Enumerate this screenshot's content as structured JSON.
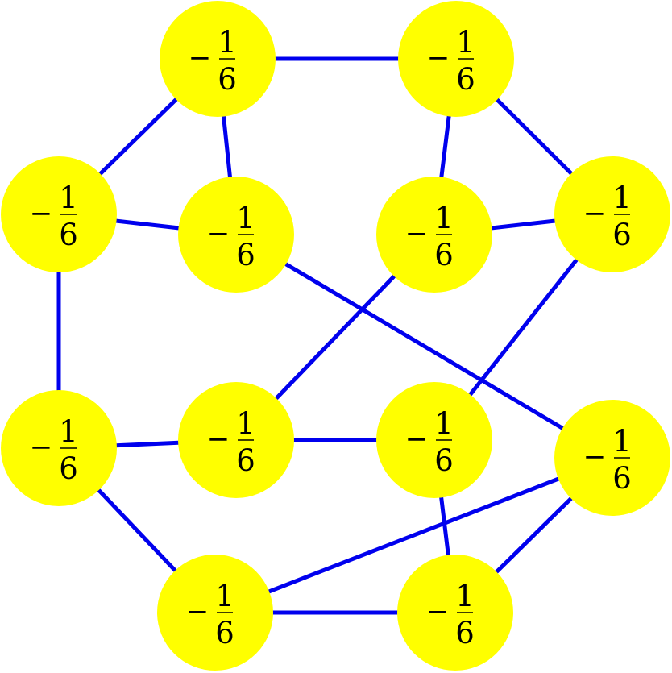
{
  "colors": {
    "node_fill": "#ffff00",
    "edge_stroke": "#0000ee",
    "background": "#ffffff",
    "text": "#000000"
  },
  "nodes": [
    {
      "id": "n1",
      "label": {
        "sign": "−",
        "numerator": "1",
        "denominator": "6"
      }
    },
    {
      "id": "n2",
      "label": {
        "sign": "−",
        "numerator": "1",
        "denominator": "6"
      }
    },
    {
      "id": "n3",
      "label": {
        "sign": "−",
        "numerator": "1",
        "denominator": "6"
      }
    },
    {
      "id": "n4",
      "label": {
        "sign": "−",
        "numerator": "1",
        "denominator": "6"
      }
    },
    {
      "id": "n5",
      "label": {
        "sign": "−",
        "numerator": "1",
        "denominator": "6"
      }
    },
    {
      "id": "n6",
      "label": {
        "sign": "−",
        "numerator": "1",
        "denominator": "6"
      }
    },
    {
      "id": "n7",
      "label": {
        "sign": "−",
        "numerator": "1",
        "denominator": "6"
      }
    },
    {
      "id": "n8",
      "label": {
        "sign": "−",
        "numerator": "1",
        "denominator": "6"
      }
    },
    {
      "id": "n9",
      "label": {
        "sign": "−",
        "numerator": "1",
        "denominator": "6"
      }
    },
    {
      "id": "n10",
      "label": {
        "sign": "−",
        "numerator": "1",
        "denominator": "6"
      }
    },
    {
      "id": "n11",
      "label": {
        "sign": "−",
        "numerator": "1",
        "denominator": "6"
      }
    },
    {
      "id": "n12",
      "label": {
        "sign": "−",
        "numerator": "1",
        "denominator": "6"
      }
    }
  ],
  "edges": [
    [
      "n1",
      "n2"
    ],
    [
      "n1",
      "n3"
    ],
    [
      "n1",
      "n4"
    ],
    [
      "n2",
      "n5"
    ],
    [
      "n2",
      "n6"
    ],
    [
      "n3",
      "n4"
    ],
    [
      "n3",
      "n7"
    ],
    [
      "n4",
      "n10"
    ],
    [
      "n5",
      "n6"
    ],
    [
      "n5",
      "n8"
    ],
    [
      "n6",
      "n9"
    ],
    [
      "n7",
      "n8"
    ],
    [
      "n7",
      "n11"
    ],
    [
      "n8",
      "n9"
    ],
    [
      "n9",
      "n12"
    ],
    [
      "n10",
      "n11"
    ],
    [
      "n10",
      "n12"
    ],
    [
      "n11",
      "n12"
    ]
  ]
}
